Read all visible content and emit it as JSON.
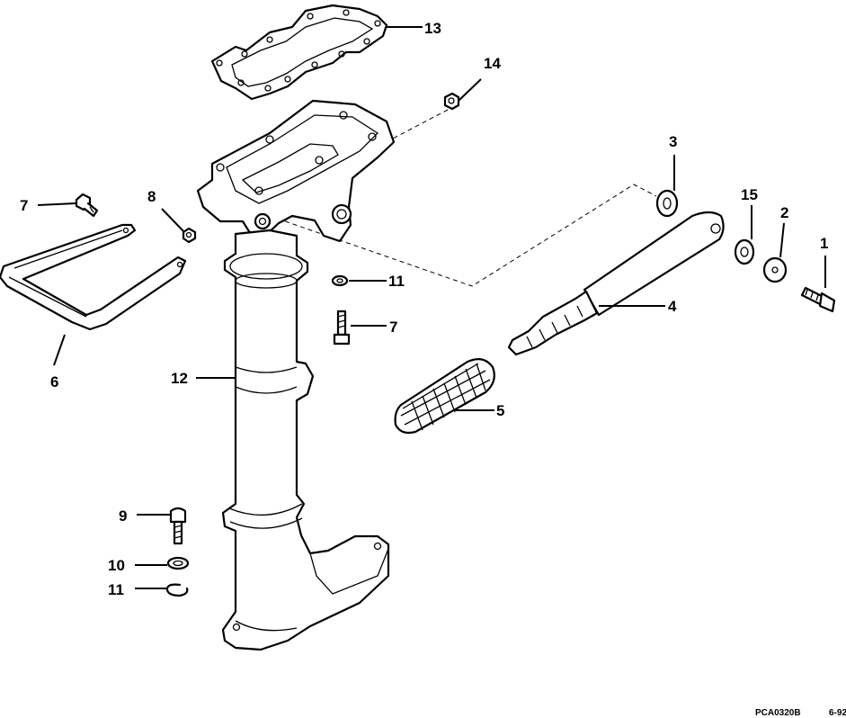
{
  "diagram": {
    "callouts": {
      "c1": "1",
      "c2": "2",
      "c3": "3",
      "c4": "4",
      "c5": "5",
      "c6": "6",
      "c7a": "7",
      "c7b": "7",
      "c8": "8",
      "c9": "9",
      "c10": "10",
      "c11a": "11",
      "c11b": "11",
      "c12": "12",
      "c13": "13",
      "c14": "14",
      "c15": "15"
    },
    "drawing_code": "PCA0320B",
    "date_code": "6-92"
  }
}
